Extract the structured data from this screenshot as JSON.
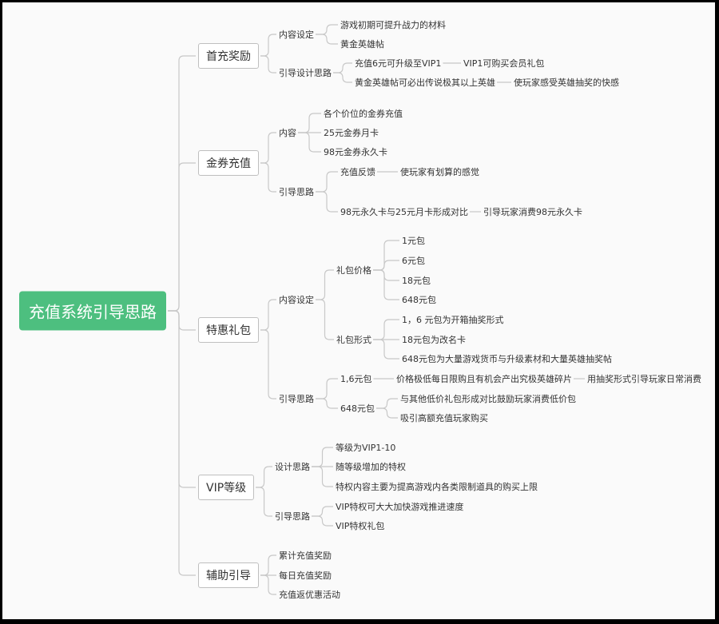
{
  "root": "充值系统引导思路",
  "branches": [
    {
      "label": "首充奖励",
      "children": [
        {
          "label": "内容设定",
          "children": [
            {
              "label": "游戏初期可提升战力的材料"
            },
            {
              "label": "黄金英雄帖"
            }
          ]
        },
        {
          "label": "引导设计思路",
          "children": [
            {
              "label": "充值6元可升级至VIP1",
              "children": [
                {
                  "label": "VIP1可购买会员礼包"
                }
              ]
            },
            {
              "label": "黄金英雄帖可必出传说极其以上英雄",
              "children": [
                {
                  "label": "使玩家感受英雄抽奖的快感"
                }
              ]
            }
          ]
        }
      ]
    },
    {
      "label": "金券充值",
      "children": [
        {
          "label": "内容",
          "children": [
            {
              "label": "各个价位的金券充值"
            },
            {
              "label": "25元金券月卡"
            },
            {
              "label": "98元金券永久卡"
            }
          ]
        },
        {
          "label": "引导思路",
          "children": [
            {
              "label": "充值反馈",
              "children": [
                {
                  "label": "使玩家有划算的感觉"
                }
              ]
            },
            {
              "label": "98元永久卡与25元月卡形成对比",
              "children": [
                {
                  "label": "引导玩家消费98元永久卡"
                }
              ]
            }
          ]
        }
      ]
    },
    {
      "label": "特惠礼包",
      "children": [
        {
          "label": "内容设定",
          "children": [
            {
              "label": "礼包价格",
              "children": [
                {
                  "label": "1元包"
                },
                {
                  "label": "6元包"
                },
                {
                  "label": "18元包"
                },
                {
                  "label": "648元包"
                }
              ]
            },
            {
              "label": "礼包形式",
              "children": [
                {
                  "label": "1，6 元包为开箱抽奖形式"
                },
                {
                  "label": "18元包为改名卡"
                },
                {
                  "label": "648元包为大量游戏货币与升级素材和大量英雄抽奖帖"
                }
              ]
            }
          ]
        },
        {
          "label": "引导思路",
          "children": [
            {
              "label": "1,6元包",
              "children": [
                {
                  "label": "价格极低每日限购且有机会产出究极英雄碎片",
                  "children": [
                    {
                      "label": "用抽奖形式引导玩家日常消费"
                    }
                  ]
                }
              ]
            },
            {
              "label": "648元包",
              "children": [
                {
                  "label": "与其他低价礼包形成对比鼓励玩家消费低价包"
                },
                {
                  "label": "吸引高额充值玩家购买"
                }
              ]
            }
          ]
        }
      ]
    },
    {
      "label": "VIP等级",
      "children": [
        {
          "label": "设计思路",
          "children": [
            {
              "label": "等级为VIP1-10"
            },
            {
              "label": "随等级增加的特权"
            },
            {
              "label": "特权内容主要为提高游戏内各类限制道具的购买上限"
            }
          ]
        },
        {
          "label": "引导思路",
          "children": [
            {
              "label": "VIP特权可大大加快游戏推进速度"
            },
            {
              "label": "VIP特权礼包"
            }
          ]
        }
      ]
    },
    {
      "label": "辅助引导",
      "children": [
        {
          "label": "累计充值奖励"
        },
        {
          "label": "每日充值奖励"
        },
        {
          "label": "充值返优惠活动"
        }
      ]
    }
  ]
}
